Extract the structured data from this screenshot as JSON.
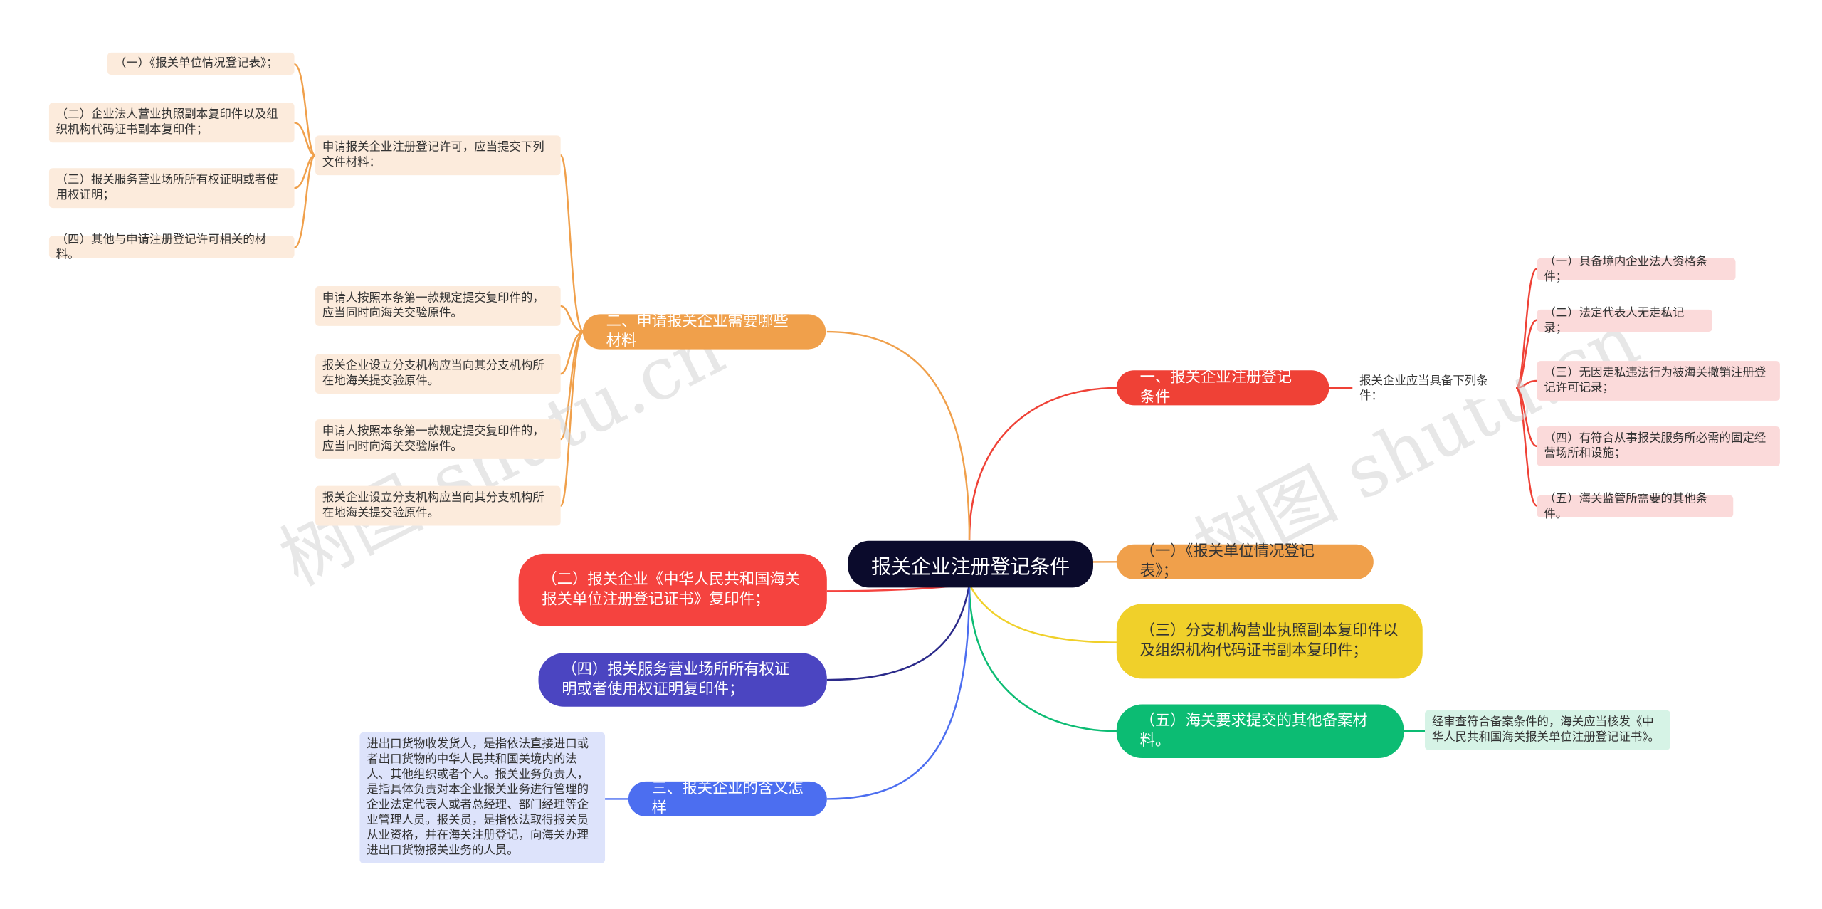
{
  "root": "报关企业注册登记条件",
  "branches": {
    "b1": {
      "label": "一、报关企业注册登记条件",
      "color": "#ef4136"
    },
    "b1_mid": "报关企业应当具备下列条件：",
    "b1_leaves": [
      "（一）具备境内企业法人资格条件；",
      "（二）法定代表人无走私记录；",
      "（三）无因走私违法行为被海关撤销注册登记许可记录；",
      "（四）有符合从事报关服务所必需的固定经营场所和设施；",
      "（五）海关监管所需要的其他条件。"
    ],
    "b2": {
      "label": "二、申请报关企业需要哪些材料",
      "color": "#f0a04b"
    },
    "b2_mid": "申请报关企业注册登记许可，应当提交下列文件材料：",
    "b2_sub": [
      "（一）《报关单位情况登记表》；",
      "（二）企业法人营业执照副本复印件以及组织机构代码证书副本复印件；",
      "（三）报关服务营业场所所有权证明或者使用权证明；",
      "（四）其他与申请注册登记许可相关的材料。"
    ],
    "b2_leaves": [
      "申请人按照本条第一款规定提交复印件的，应当同时向海关交验原件。",
      "报关企业设立分支机构应当向其分支机构所在地海关提交验原件。",
      "申请人按照本条第一款规定提交复印件的，应当同时向海关交验原件。",
      "报关企业设立分支机构应当向其分支机构所在地海关提交验原件。"
    ],
    "b3": {
      "label": "三、报关企业的含义怎样",
      "color": "#4c6ef0"
    },
    "b3_leaf": "进出口货物收发货人，是指依法直接进口或者出口货物的中华人民共和国关境内的法人、其他组织或者个人。报关业务负责人，是指具体负责对本企业报关业务进行管理的企业法定代表人或者总经理、部门经理等企业管理人员。报关员，是指依法取得报关员从业资格，并在海关注册登记，向海关办理进出口货物报关业务的人员。",
    "r1": {
      "label": "（一）《报关单位情况登记表》；",
      "color": "#f0a04b"
    },
    "r3": {
      "label": "（三）分支机构营业执照副本复印件以及组织机构代码证书副本复印件；",
      "color": "#f0d02a"
    },
    "r5": {
      "label": "（五）海关要求提交的其他备案材料。",
      "color": "#0cbc73"
    },
    "r5_leaf": "经审查符合备案条件的，海关应当核发《中华人民共和国海关报关单位注册登记证书》。",
    "l2": {
      "label": "（二）报关企业《中华人民共和国海关报关单位注册登记证书》复印件；",
      "color": "#f5433f"
    },
    "l4": {
      "label": "（四）报关服务营业场所所有权证明或者使用权证明复印件；",
      "color": "#4b45c1"
    }
  },
  "watermarks": [
    "树图 shutu.cn",
    "树图 shutu.cn"
  ]
}
